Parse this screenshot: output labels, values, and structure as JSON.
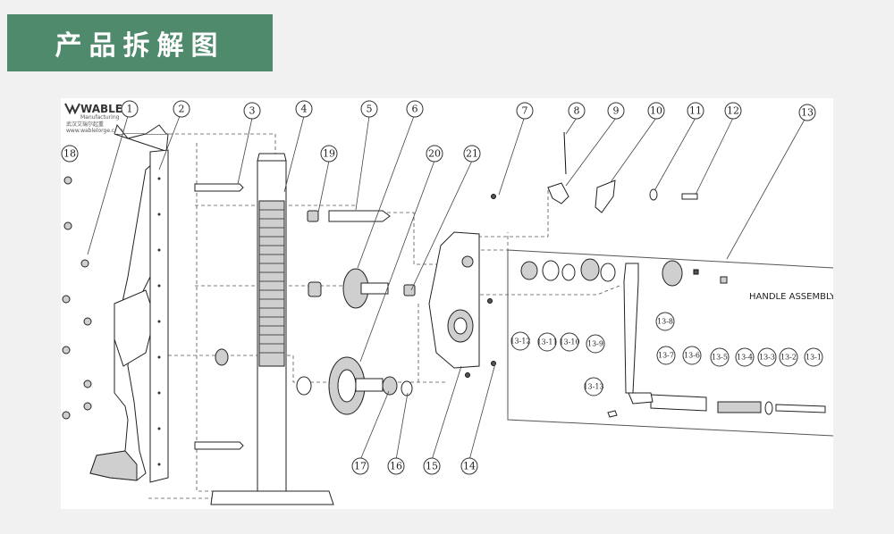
{
  "banner": {
    "title": "产品拆解图",
    "color": "#4e8a6b"
  },
  "logo": {
    "brand": "WABLE",
    "tagline": "Manufacturing",
    "cn_name": "武汉艾瑞尔起重",
    "url": "www.wablelorge.com"
  },
  "diagram": {
    "assembly_label": "HANDLE ASSEMBLY",
    "callouts": [
      "1",
      "2",
      "3",
      "4",
      "5",
      "6",
      "7",
      "8",
      "9",
      "10",
      "11",
      "12",
      "13",
      "14",
      "15",
      "16",
      "17",
      "18",
      "19",
      "20",
      "21"
    ],
    "sub_callouts": [
      "13-1",
      "13-2",
      "13-3",
      "13-4",
      "13-5",
      "13-6",
      "13-7",
      "13-8",
      "13-9",
      "13-10",
      "13-11",
      "13-12",
      "13-13"
    ]
  }
}
